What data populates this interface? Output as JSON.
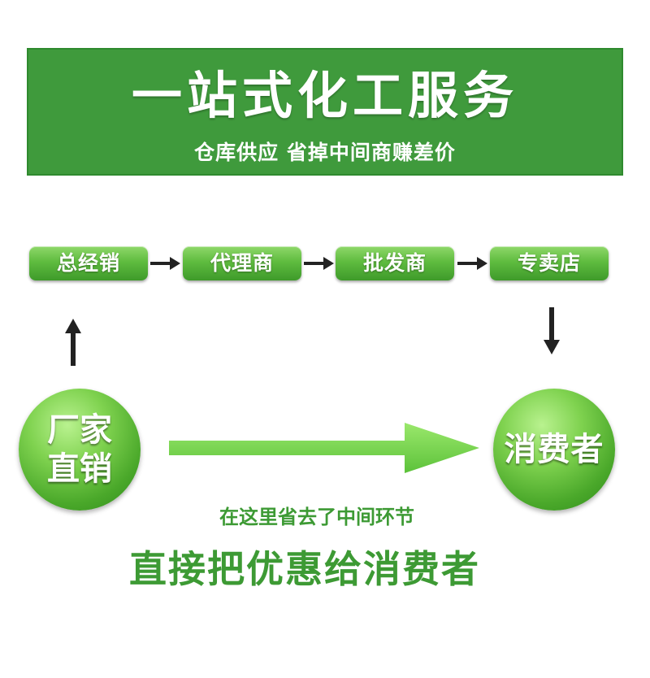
{
  "banner": {
    "title": "一站式化工服务",
    "subtitle": "仓库供应 省掉中间商赚差价",
    "background_color": "#3f9a3c"
  },
  "chain": {
    "steps": [
      "总经销",
      "代理商",
      "批发商",
      "专卖店"
    ]
  },
  "factory": {
    "line1": "厂家",
    "line2": "直销"
  },
  "consumer": {
    "label": "消费者"
  },
  "note": "在这里省去了中间环节",
  "slogan": "直接把优惠给消费者",
  "colors": {
    "accent_green": "#3d9a34",
    "pill_green": "#5fbc3f",
    "arrow_dark": "#222222",
    "big_arrow_green": "#7bd84b"
  }
}
